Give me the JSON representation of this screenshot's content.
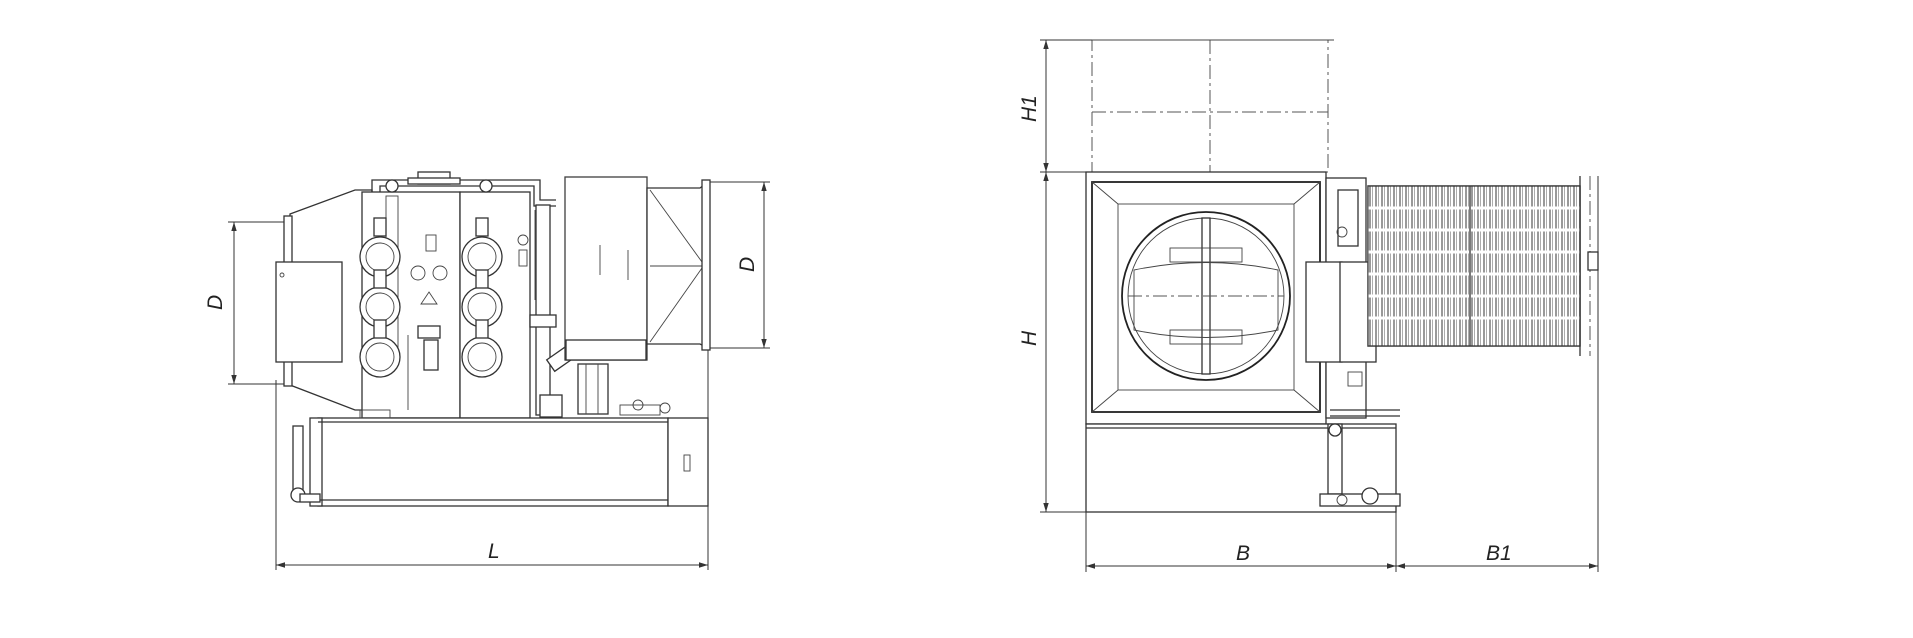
{
  "drawing": {
    "dimension_labels": {
      "D_left": "D",
      "D_right": "D",
      "L": "L",
      "H1": "H1",
      "H": "H",
      "B": "B",
      "B1": "B1"
    }
  },
  "colors": {
    "line": "#333333",
    "background": "#ffffff"
  }
}
